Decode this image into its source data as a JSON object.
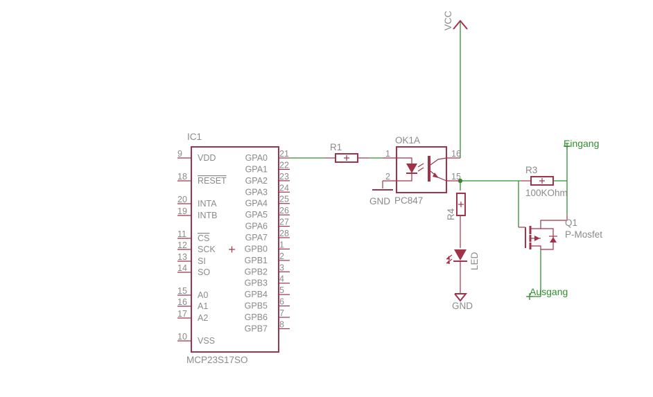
{
  "ic1": {
    "name": "IC1",
    "value": "MCP23S17SO",
    "left_pins": [
      {
        "num": "9",
        "name": "VDD"
      },
      {
        "num": "18",
        "name": "RESET"
      },
      {
        "num": "20",
        "name": "INTA"
      },
      {
        "num": "19",
        "name": "INTB"
      },
      {
        "num": "11",
        "name": "CS"
      },
      {
        "num": "12",
        "name": "SCK"
      },
      {
        "num": "13",
        "name": "SI"
      },
      {
        "num": "14",
        "name": "SO"
      },
      {
        "num": "15",
        "name": "A0"
      },
      {
        "num": "16",
        "name": "A1"
      },
      {
        "num": "17",
        "name": "A2"
      },
      {
        "num": "10",
        "name": "VSS"
      }
    ],
    "right_pins": [
      {
        "num": "21",
        "name": "GPA0"
      },
      {
        "num": "22",
        "name": "GPA1"
      },
      {
        "num": "23",
        "name": "GPA2"
      },
      {
        "num": "24",
        "name": "GPA3"
      },
      {
        "num": "25",
        "name": "GPA4"
      },
      {
        "num": "26",
        "name": "GPA5"
      },
      {
        "num": "27",
        "name": "GPA6"
      },
      {
        "num": "28",
        "name": "GPA7"
      },
      {
        "num": "1",
        "name": "GPB0"
      },
      {
        "num": "2",
        "name": "GPB1"
      },
      {
        "num": "3",
        "name": "GPB2"
      },
      {
        "num": "4",
        "name": "GPB3"
      },
      {
        "num": "5",
        "name": "GPB4"
      },
      {
        "num": "6",
        "name": "GPB5"
      },
      {
        "num": "7",
        "name": "GPB6"
      },
      {
        "num": "8",
        "name": "GPB7"
      }
    ]
  },
  "r1": {
    "name": "R1"
  },
  "ok1": {
    "name": "OK1A",
    "value": "PC847",
    "pin1": "1",
    "pin2": "2",
    "pin16": "16",
    "pin15": "15"
  },
  "r3": {
    "name": "R3",
    "value": "100KOhm"
  },
  "r4": {
    "name": "R4"
  },
  "led": {
    "name": "LED"
  },
  "q1": {
    "name": "Q1",
    "value": "P-Mosfet"
  },
  "supply": {
    "vcc": "VCC",
    "gnd_opto": "GND",
    "gnd_led": "GND"
  },
  "nets": {
    "eingang": "Eingang",
    "ausgang": "Ausgang"
  },
  "colors": {
    "part": "#a0324a",
    "wire": "#2f8f2f",
    "text": "#8a8a8a"
  }
}
